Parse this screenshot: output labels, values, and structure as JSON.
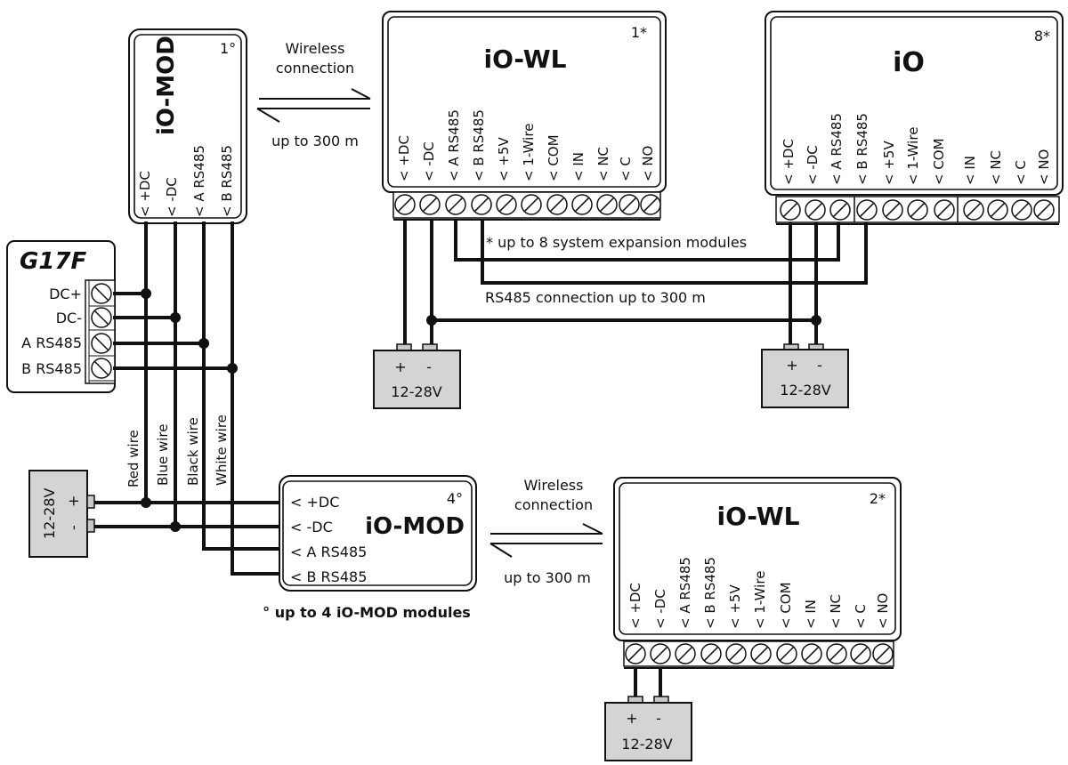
{
  "modules": {
    "iomod1": {
      "title": "iO-MOD",
      "index": "1°",
      "pins": [
        "< +DC",
        "< -DC",
        "< A RS485",
        "< B RS485"
      ]
    },
    "iomod4": {
      "title": "iO-MOD",
      "index": "4°",
      "pins": [
        "< +DC",
        "< -DC",
        "< A RS485",
        "< B RS485"
      ]
    },
    "iowl1": {
      "title": "iO-WL",
      "index": "1*",
      "pins": [
        "< +DC",
        "< -DC",
        "< A RS485",
        "< B RS485",
        "< +5V",
        "< 1-Wire",
        "< COM",
        "< IN",
        "< NC",
        "< C",
        "< NO"
      ]
    },
    "iowl2": {
      "title": "iO-WL",
      "index": "2*",
      "pins": [
        "< +DC",
        "< -DC",
        "< A RS485",
        "< B RS485",
        "< +5V",
        "< 1-Wire",
        "< COM",
        "< IN",
        "< NC",
        "< C",
        "< NO"
      ]
    },
    "io8": {
      "title": "iO",
      "index": "8*",
      "pins": [
        "< +DC",
        "< -DC",
        "< A RS485",
        "< B RS485",
        "< +5V",
        "< 1-Wire",
        "< COM",
        "< IN",
        "< NC",
        "< C",
        "< NO"
      ]
    }
  },
  "g17f": {
    "title": "G17F",
    "terminals": [
      "DC+",
      "DC-",
      "A RS485",
      "B RS485"
    ]
  },
  "power_supplies": {
    "voltage": "12-28V",
    "plus": "+",
    "minus": "-"
  },
  "wires": {
    "red": "Red wire",
    "blue": "Blue wire",
    "black": "Black wire",
    "white": "White wire"
  },
  "wireless": {
    "label_top": "Wireless",
    "label_mid": "connection",
    "range": "up to 300 m"
  },
  "notes": {
    "expansion": "* up to 8 system expansion modules",
    "rs485": "RS485 connection up to 300 m",
    "iomod_limit": "° up to 4 iO-MOD modules"
  }
}
